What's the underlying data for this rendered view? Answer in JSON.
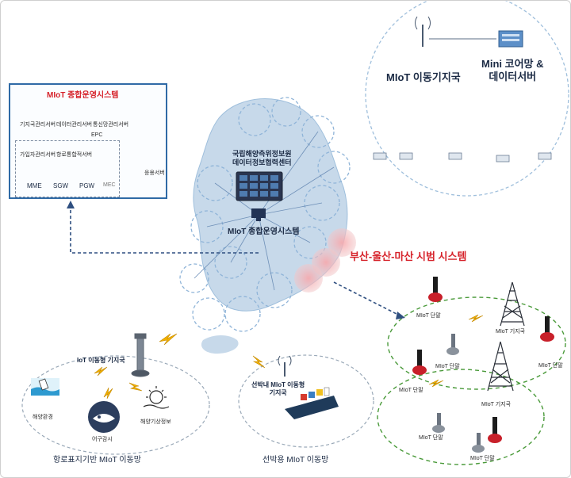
{
  "labels": {
    "ops_title": "MIoT 종합운영시스템",
    "srv_base": "기지국관리서버",
    "srv_data": "데이터관리서버",
    "srv_comm": "통신망관리서버",
    "epc": "EPC",
    "srv_sub": "가입자관리서버",
    "srv_route": "항로통합적서버",
    "mme": "MME",
    "sgw": "SGW",
    "pgw": "PGW",
    "mec": "MEC",
    "app_srv": "응용서버",
    "center": "국립해양측위정보원\n데이터정보협력센터",
    "ops_main": "MIoT 종합운영시스템",
    "pilot": "부산-울산-마산 시범 시스템",
    "mobile_bs": "MIoT 이동기지국",
    "mini_core": "Mini 코어망 &\n데이터서버",
    "iot_bs": "IoT 이동형 기지국",
    "marine_env": "해양환경",
    "fish": "어구감시",
    "weather": "해양기상정보",
    "nav_net": "항로표지기반 MIoT 이동망",
    "ship_bs": "선박내 MIoT 이동형\n기지국",
    "ship_net": "선박용 MIoT 이동망",
    "terminal": "MIoT 단말",
    "fixed_bs": "MIoT 기지국"
  },
  "colors": {
    "accent_blue": "#2f6aa6",
    "pilot_red": "#d6222a",
    "dashed_green": "#4a9a3a",
    "dashed_blue": "#8fb4d8",
    "map_fill": "#c7d9ea"
  }
}
